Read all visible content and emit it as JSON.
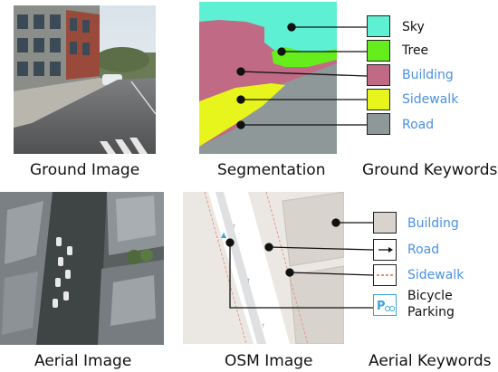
{
  "captions": {
    "ground_image": "Ground Image",
    "segmentation": "Segmentation",
    "ground_keywords": "Ground Keywords",
    "aerial_image": "Aerial Image",
    "osm_image": "OSM Image",
    "aerial_keywords": "Aerial Keywords"
  },
  "ground_keywords": [
    {
      "label": "Sky",
      "color": "#5ef0d2",
      "text_color": "#111111"
    },
    {
      "label": "Tree",
      "color": "#66ee1c",
      "text_color": "#111111"
    },
    {
      "label": "Building",
      "color": "#c06a86",
      "text_color": "#4a90e2"
    },
    {
      "label": "Sidewalk",
      "color": "#e8f51c",
      "text_color": "#4a90e2"
    },
    {
      "label": "Road",
      "color": "#8e9898",
      "text_color": "#4a90e2"
    }
  ],
  "aerial_keywords": [
    {
      "label": "Building",
      "icon": "building-swatch-icon",
      "text_color": "#4a90e2"
    },
    {
      "label": "Road",
      "icon": "arrow-right-icon",
      "text_color": "#4a90e2"
    },
    {
      "label": "Sidewalk",
      "icon": "dashed-line-icon",
      "text_color": "#4a90e2"
    },
    {
      "label": "Bicycle Parking",
      "line1": "Bicycle",
      "line2": "Parking",
      "icon": "bicycle-parking-icon",
      "text_color": "#111111"
    }
  ],
  "parking_glyph": "P"
}
